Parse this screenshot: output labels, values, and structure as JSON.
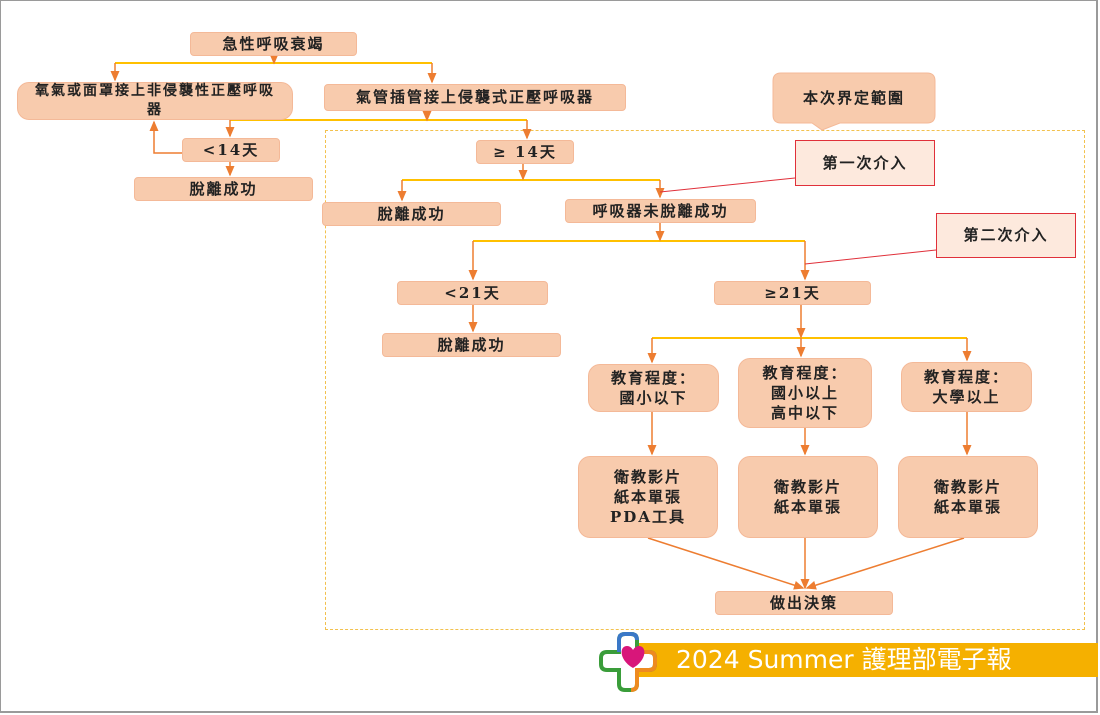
{
  "nodes": {
    "root": "急性呼吸衰竭",
    "noninvasive": "氧氣或面罩接上非侵襲性正壓呼吸器",
    "invasive": "氣管插管接上侵襲式正壓呼吸器",
    "lt14": "<14天",
    "ge14": "≥ 14天",
    "wean1": "脫離成功",
    "wean2": "脫離成功",
    "not_weaned": "呼吸器未脫離成功",
    "lt21": "<21天",
    "ge21": "≥21天",
    "wean3": "脫離成功",
    "edu1": "教育程度：\n國小以下",
    "edu2": "教育程度：\n國小以上\n高中以下",
    "edu3": "教育程度：\n大學以上",
    "teach1": "衛教影片\n紙本單張\nPDA工具",
    "teach2": "衛教影片\n紙本單張",
    "teach3": "衛教影片\n紙本單張",
    "decision": "做出決策"
  },
  "callouts": {
    "scope": "本次界定範圍",
    "first": "第一次介入",
    "second": "第二次介入"
  },
  "banner": {
    "text": "2024 Summer 護理部電子報"
  },
  "colors": {
    "box": "#f8cbad",
    "arrow": "#ed7d31",
    "bar": "#ffc000",
    "red": "#e0303a",
    "banner": "#f5b000"
  }
}
